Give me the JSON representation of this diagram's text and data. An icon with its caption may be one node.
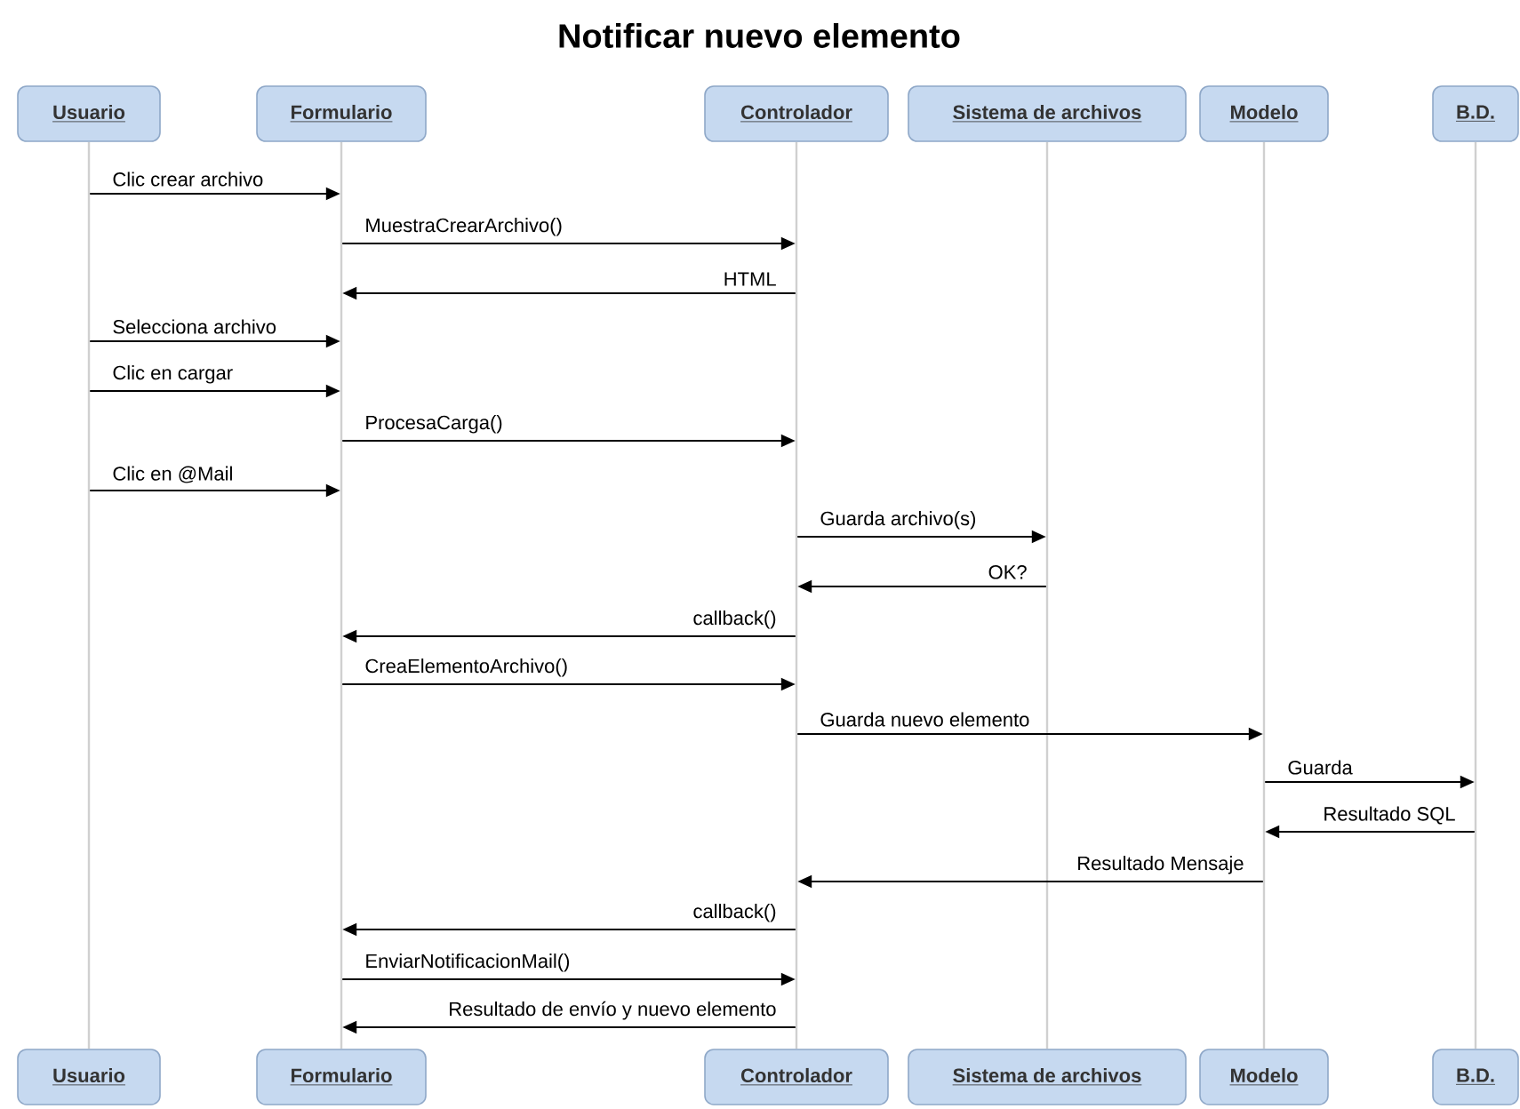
{
  "diagram": {
    "title": "Notificar nuevo elemento",
    "nodes": [
      {
        "text": [
          "Usuario"
        ]
      },
      {
        "text": [
          "Formulario"
        ]
      },
      {
        "text": [
          "Controlador"
        ]
      },
      {
        "text": [
          "Sistema de archivos"
        ]
      },
      {
        "text": [
          "Modelo"
        ]
      },
      {
        "text": [
          "B.D."
        ]
      },
      {
        "text": [],
        "shape": "bar"
      },
      {
        "text": [],
        "shape": "bar"
      },
      {
        "text": [],
        "shape": "bar"
      },
      {
        "text": [],
        "shape": "bar"
      },
      {
        "text": [],
        "shape": "bar"
      },
      {
        "text": [],
        "shape": "bar"
      },
      {
        "text": [
          "Usuario"
        ]
      },
      {
        "text": [
          "Formulario"
        ]
      },
      {
        "text": [
          "Controlador"
        ]
      },
      {
        "text": [
          "Sistema de archivos"
        ]
      },
      {
        "text": [
          "Modelo"
        ]
      },
      {
        "text": [
          "B.D."
        ]
      }
    ],
    "edges": [
      {
        "from": 6,
        "to": 7,
        "arrow": "to",
        "label": "Clic crear archivo"
      },
      {
        "from": 7,
        "to": 8,
        "arrow": "to",
        "label": "MuestraCrearArchivo()"
      },
      {
        "from": 8,
        "to": 7,
        "arrow": "to",
        "label": "HTML"
      },
      {
        "from": 6,
        "to": 7,
        "arrow": "to",
        "label": "Selecciona archivo"
      },
      {
        "from": 6,
        "to": 7,
        "arrow": "to",
        "label": "Clic en cargar"
      },
      {
        "from": 7,
        "to": 8,
        "arrow": "to",
        "label": "ProcesaCarga()"
      },
      {
        "from": 6,
        "to": 7,
        "arrow": "to",
        "label": "Clic en @Mail"
      },
      {
        "from": 8,
        "to": 9,
        "arrow": "to",
        "label": "Guarda archivo(s)"
      },
      {
        "from": 9,
        "to": 8,
        "arrow": "to",
        "label": "OK?"
      },
      {
        "from": 8,
        "to": 7,
        "arrow": "to",
        "label": "callback()"
      },
      {
        "from": 7,
        "to": 8,
        "arrow": "to",
        "label": "CreaElementoArchivo()"
      },
      {
        "from": 8,
        "to": 10,
        "arrow": "to",
        "label": "Guarda nuevo elemento"
      },
      {
        "from": 10,
        "to": 11,
        "arrow": "to",
        "label": "Guarda"
      },
      {
        "from": 11,
        "to": 10,
        "arrow": "to",
        "label": "Resultado SQL"
      },
      {
        "from": 10,
        "to": 8,
        "arrow": "to",
        "label": "Resultado Mensaje"
      },
      {
        "from": 8,
        "to": 7,
        "arrow": "to",
        "label": "callback()"
      },
      {
        "from": 7,
        "to": 8,
        "arrow": "to",
        "label": "EnviarNotificacionMail()"
      },
      {
        "from": 8,
        "to": 7,
        "arrow": "to",
        "label": "Resultado de envío y nuevo elemento"
      }
    ]
  }
}
